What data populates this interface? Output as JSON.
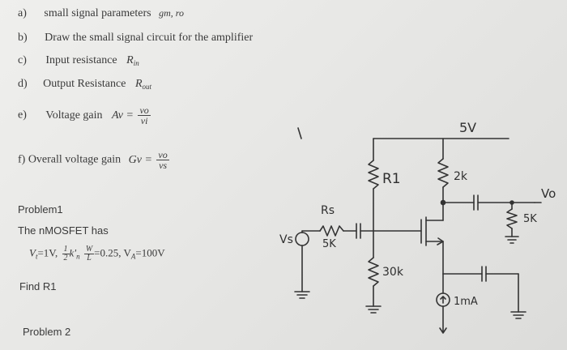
{
  "items": {
    "a": {
      "marker": "a)",
      "text": "small signal parameters",
      "math": "gm, ro"
    },
    "b": {
      "marker": "b)",
      "text": "Draw the small signal circuit for the amplifier"
    },
    "c": {
      "marker": "c)",
      "text": "Input resistance",
      "math_main": "R",
      "math_sub": "in"
    },
    "d": {
      "marker": "d)",
      "text": "Output Resistance",
      "math_main": "R",
      "math_sub": "out"
    },
    "e": {
      "marker": "e)",
      "text": "Voltage gain",
      "lhs": "Av =",
      "num": "vo",
      "den": "vi"
    },
    "f": {
      "marker": "f) Overall voltage gain",
      "lhs": "Gv =",
      "num": "vo",
      "den": "vs"
    }
  },
  "problem1": {
    "title": "Problem1",
    "line1": "The nMOSFET has",
    "params": "Vt=1V, ½k'n W/L =0.25, VA=100V",
    "params_a": "V",
    "params_a_sub": "t",
    "params_b": "=1V,",
    "params_c": "k'",
    "params_c_sub": "n",
    "params_d": "=0.25, V",
    "params_d_sub": "A",
    "params_e": "=100V",
    "half_num": "1",
    "half_den": "2",
    "wl_num": "W",
    "wl_den": "L",
    "find": "Find R1"
  },
  "problem2": {
    "title": "Problem 2"
  },
  "circuit": {
    "supply": "5V",
    "r1": "R1",
    "r_drain": "2k",
    "rs_label": "Rs",
    "rs_value": "5K",
    "r_bottom": "30k",
    "current": "1mA",
    "vo": "Vo",
    "r_load": "5K",
    "vs": "Vs",
    "stray_mark": "/"
  }
}
